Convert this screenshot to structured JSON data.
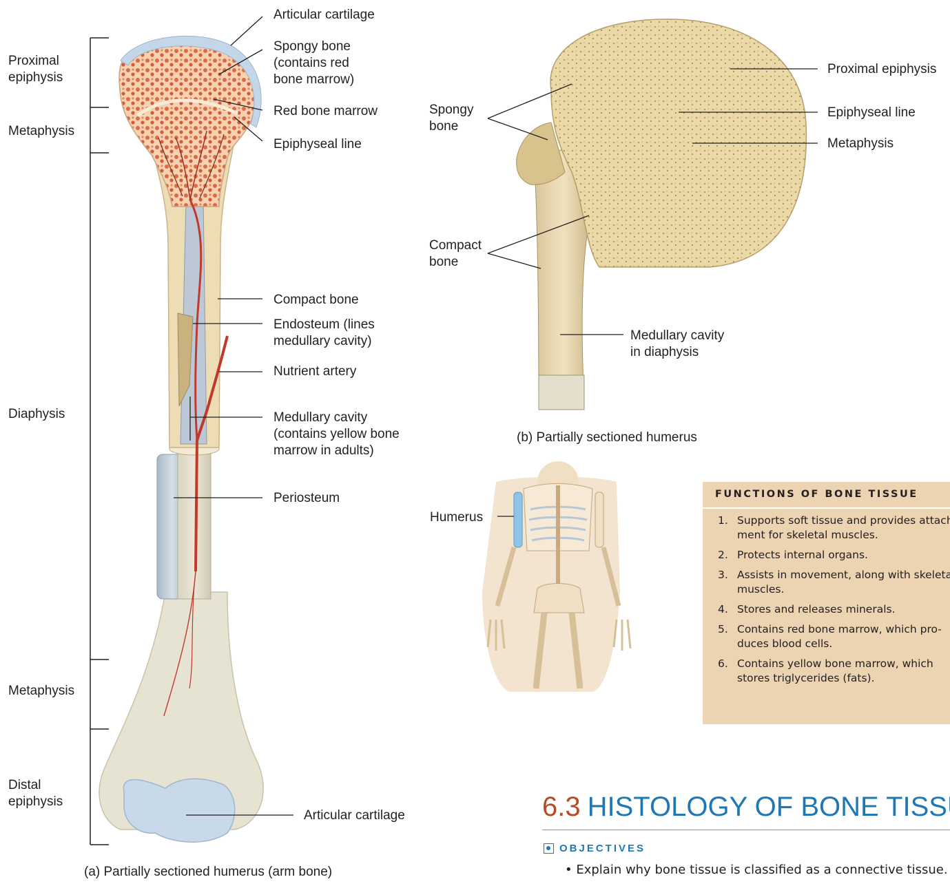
{
  "figure_a": {
    "caption": "(a) Partially sectioned humerus (arm bone)",
    "region_labels": {
      "proximal_epiphysis": "Proximal\nepiphysis",
      "metaphysis_top": "Metaphysis",
      "diaphysis": "Diaphysis",
      "metaphysis_bottom": "Metaphysis",
      "distal_epiphysis": "Distal\nepiphysis"
    },
    "structure_labels": {
      "articular_cartilage_top": "Articular cartilage",
      "spongy_bone": "Spongy  bone\n(contains red\nbone marrow)",
      "red_bone_marrow": "Red bone marrow",
      "epiphyseal_line": "Epiphyseal line",
      "compact_bone": "Compact bone",
      "endosteum": "Endosteum (lines\nmedullary cavity)",
      "nutrient_artery": "Nutrient artery",
      "medullary_cavity": "Medullary cavity\n(contains yellow bone\nmarrow in adults)",
      "periosteum": "Periosteum",
      "articular_cartilage_bottom": "Articular cartilage"
    }
  },
  "figure_b": {
    "caption": "(b) Partially sectioned humerus",
    "labels": {
      "spongy_bone": "Spongy\nbone",
      "compact_bone": "Compact\nbone",
      "medullary_cavity": "Medullary cavity\nin diaphysis",
      "proximal_epiphysis": "Proximal epiphysis",
      "epiphyseal_line": "Epiphyseal line",
      "metaphysis": "Metaphysis"
    }
  },
  "skeleton": {
    "humerus_label": "Humerus"
  },
  "functions_box": {
    "title": "FUNCTIONS OF BONE TISSUE",
    "items": [
      {
        "num": "1.",
        "text": "Supports soft tissue and provides attach-\nment for skeletal muscles."
      },
      {
        "num": "2.",
        "text": "Protects internal organs."
      },
      {
        "num": "3.",
        "text": "Assists in movement, along with skeletal\nmuscles."
      },
      {
        "num": "4.",
        "text": "Stores and releases minerals."
      },
      {
        "num": "5.",
        "text": "Contains red bone marrow, which pro-\nduces blood cells."
      },
      {
        "num": "6.",
        "text": "Contains yellow bone marrow, which\nstores triglycerides (fats)."
      }
    ]
  },
  "section": {
    "number": "6.3",
    "title": "HISTOLOGY OF BONE TISSUE",
    "objectives_label": "OBJECTIVES",
    "objective_1": "• Explain why bone tissue is classified as a connective tissue."
  },
  "colors": {
    "section_number": "#b64b26",
    "section_title": "#1f78b4",
    "functions_box_bg": "#ecd3b1",
    "cartilage": "#b8cfe4",
    "spongy_bone": "#e07a4e",
    "artery": "#c0392b"
  }
}
